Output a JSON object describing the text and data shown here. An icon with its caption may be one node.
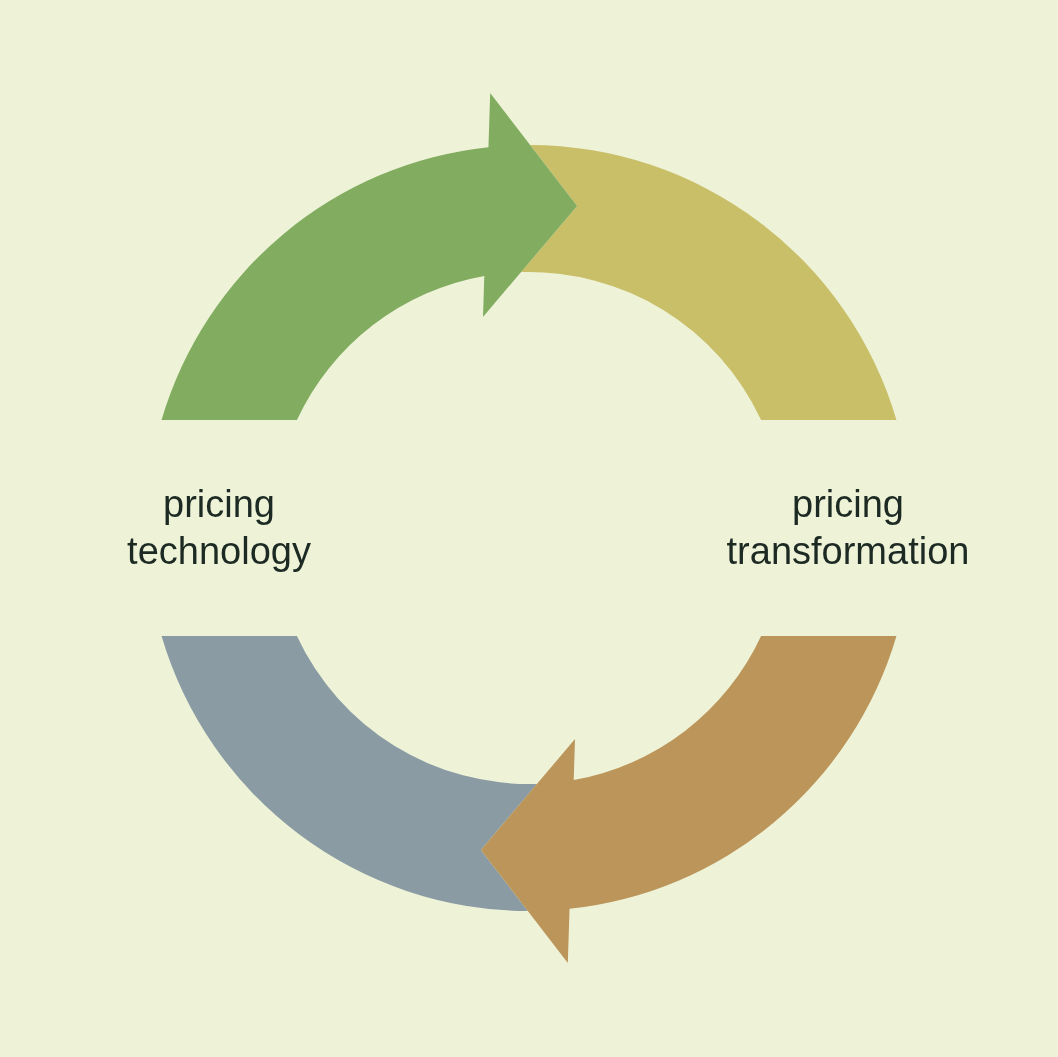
{
  "diagram": {
    "nodes": [
      {
        "text": [],
        "shape": "arc"
      },
      {
        "text": [
          "pricing technology"
        ]
      },
      {
        "text": [
          "pricing transformation"
        ]
      },
      {
        "text": [],
        "shape": "arc"
      }
    ],
    "edges": [
      {
        "from": 1,
        "to": 0,
        "arrow": "to"
      },
      {
        "from": 2,
        "to": 3,
        "arrow": "to"
      }
    ]
  }
}
